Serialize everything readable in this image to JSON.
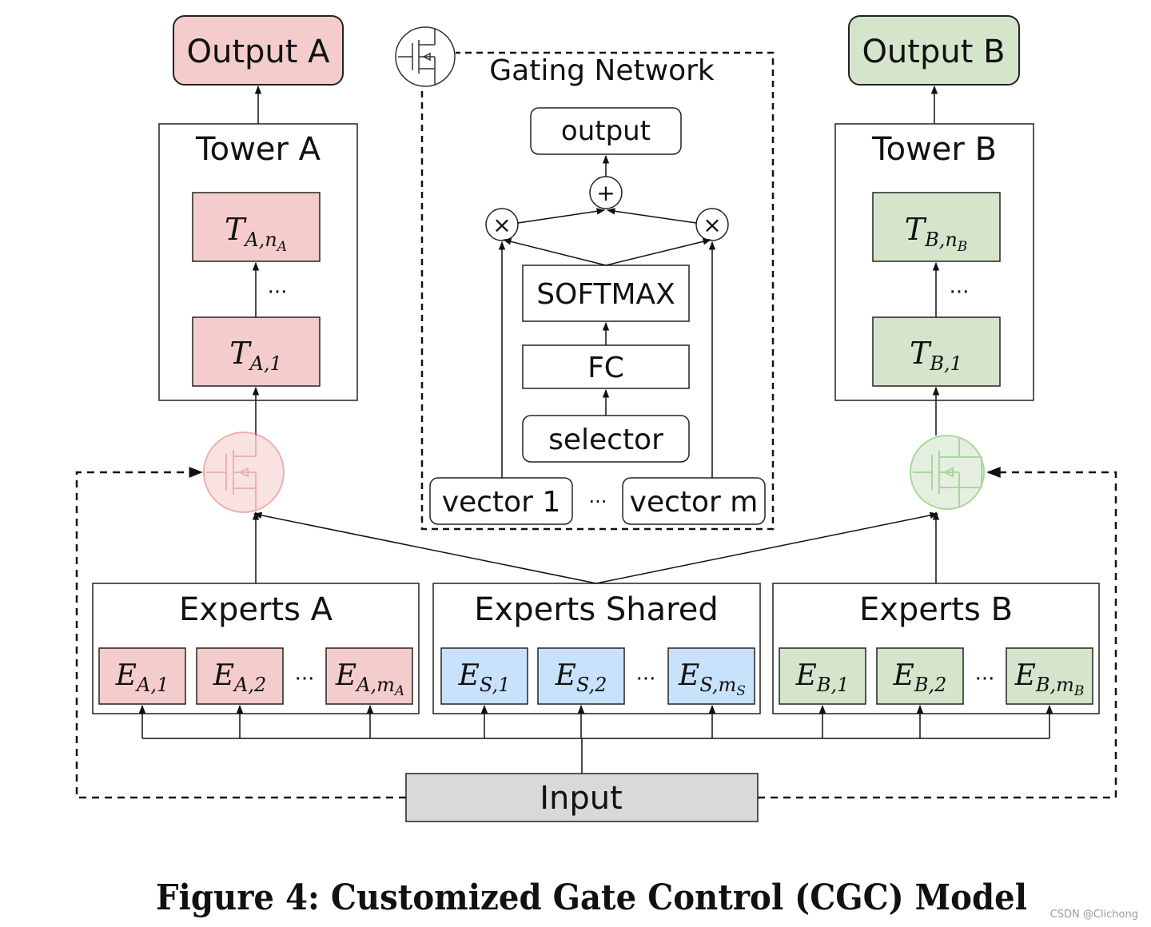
{
  "outputs": {
    "a": "Output A",
    "b": "Output B"
  },
  "towers": {
    "a": "Tower A",
    "b": "Tower B"
  },
  "tower_a_layers": {
    "top": {
      "base": "T",
      "sub": "A,n",
      "subsub": "A"
    },
    "bottom": {
      "base": "T",
      "sub": "A,1"
    },
    "ellipsis": "···"
  },
  "tower_b_layers": {
    "top": {
      "base": "T",
      "sub": "B,n",
      "subsub": "B"
    },
    "bottom": {
      "base": "T",
      "sub": "B,1"
    },
    "ellipsis": "···"
  },
  "gating": {
    "title": "Gating Network",
    "output": "output",
    "plus": "+",
    "times_left": "×",
    "times_right": "×",
    "softmax": "SOFTMAX",
    "fc": "FC",
    "selector": "selector",
    "vector1": "vector 1",
    "vector_ellipsis": "···",
    "vectorm": "vector m"
  },
  "experts": {
    "a": {
      "title": "Experts A",
      "e1": {
        "base": "E",
        "sub": "A,1"
      },
      "e2": {
        "base": "E",
        "sub": "A,2"
      },
      "em": {
        "base": "E",
        "sub": "A,m",
        "subsub": "A"
      },
      "ellipsis": "···"
    },
    "shared": {
      "title": "Experts Shared",
      "e1": {
        "base": "E",
        "sub": "S,1"
      },
      "e2": {
        "base": "E",
        "sub": "S,2"
      },
      "em": {
        "base": "E",
        "sub": "S,m",
        "subsub": "S"
      },
      "ellipsis": "···"
    },
    "b": {
      "title": "Experts B",
      "e1": {
        "base": "E",
        "sub": "B,1"
      },
      "e2": {
        "base": "E",
        "sub": "B,2"
      },
      "em": {
        "base": "E",
        "sub": "B,m",
        "subsub": "B"
      },
      "ellipsis": "···"
    }
  },
  "input": "Input",
  "caption": "Figure 4: Customized Gate Control (CGC) Model",
  "watermark": "CSDN @Clichong",
  "colors": {
    "task_a": "#f5cccc",
    "task_b": "#d5e5cc",
    "shared": "#c8e2fb",
    "input": "#d9d9d9",
    "gate_a": "#e07070",
    "gate_b": "#6fbf5a"
  },
  "icons": {
    "gate": "transistor-gate-icon"
  }
}
